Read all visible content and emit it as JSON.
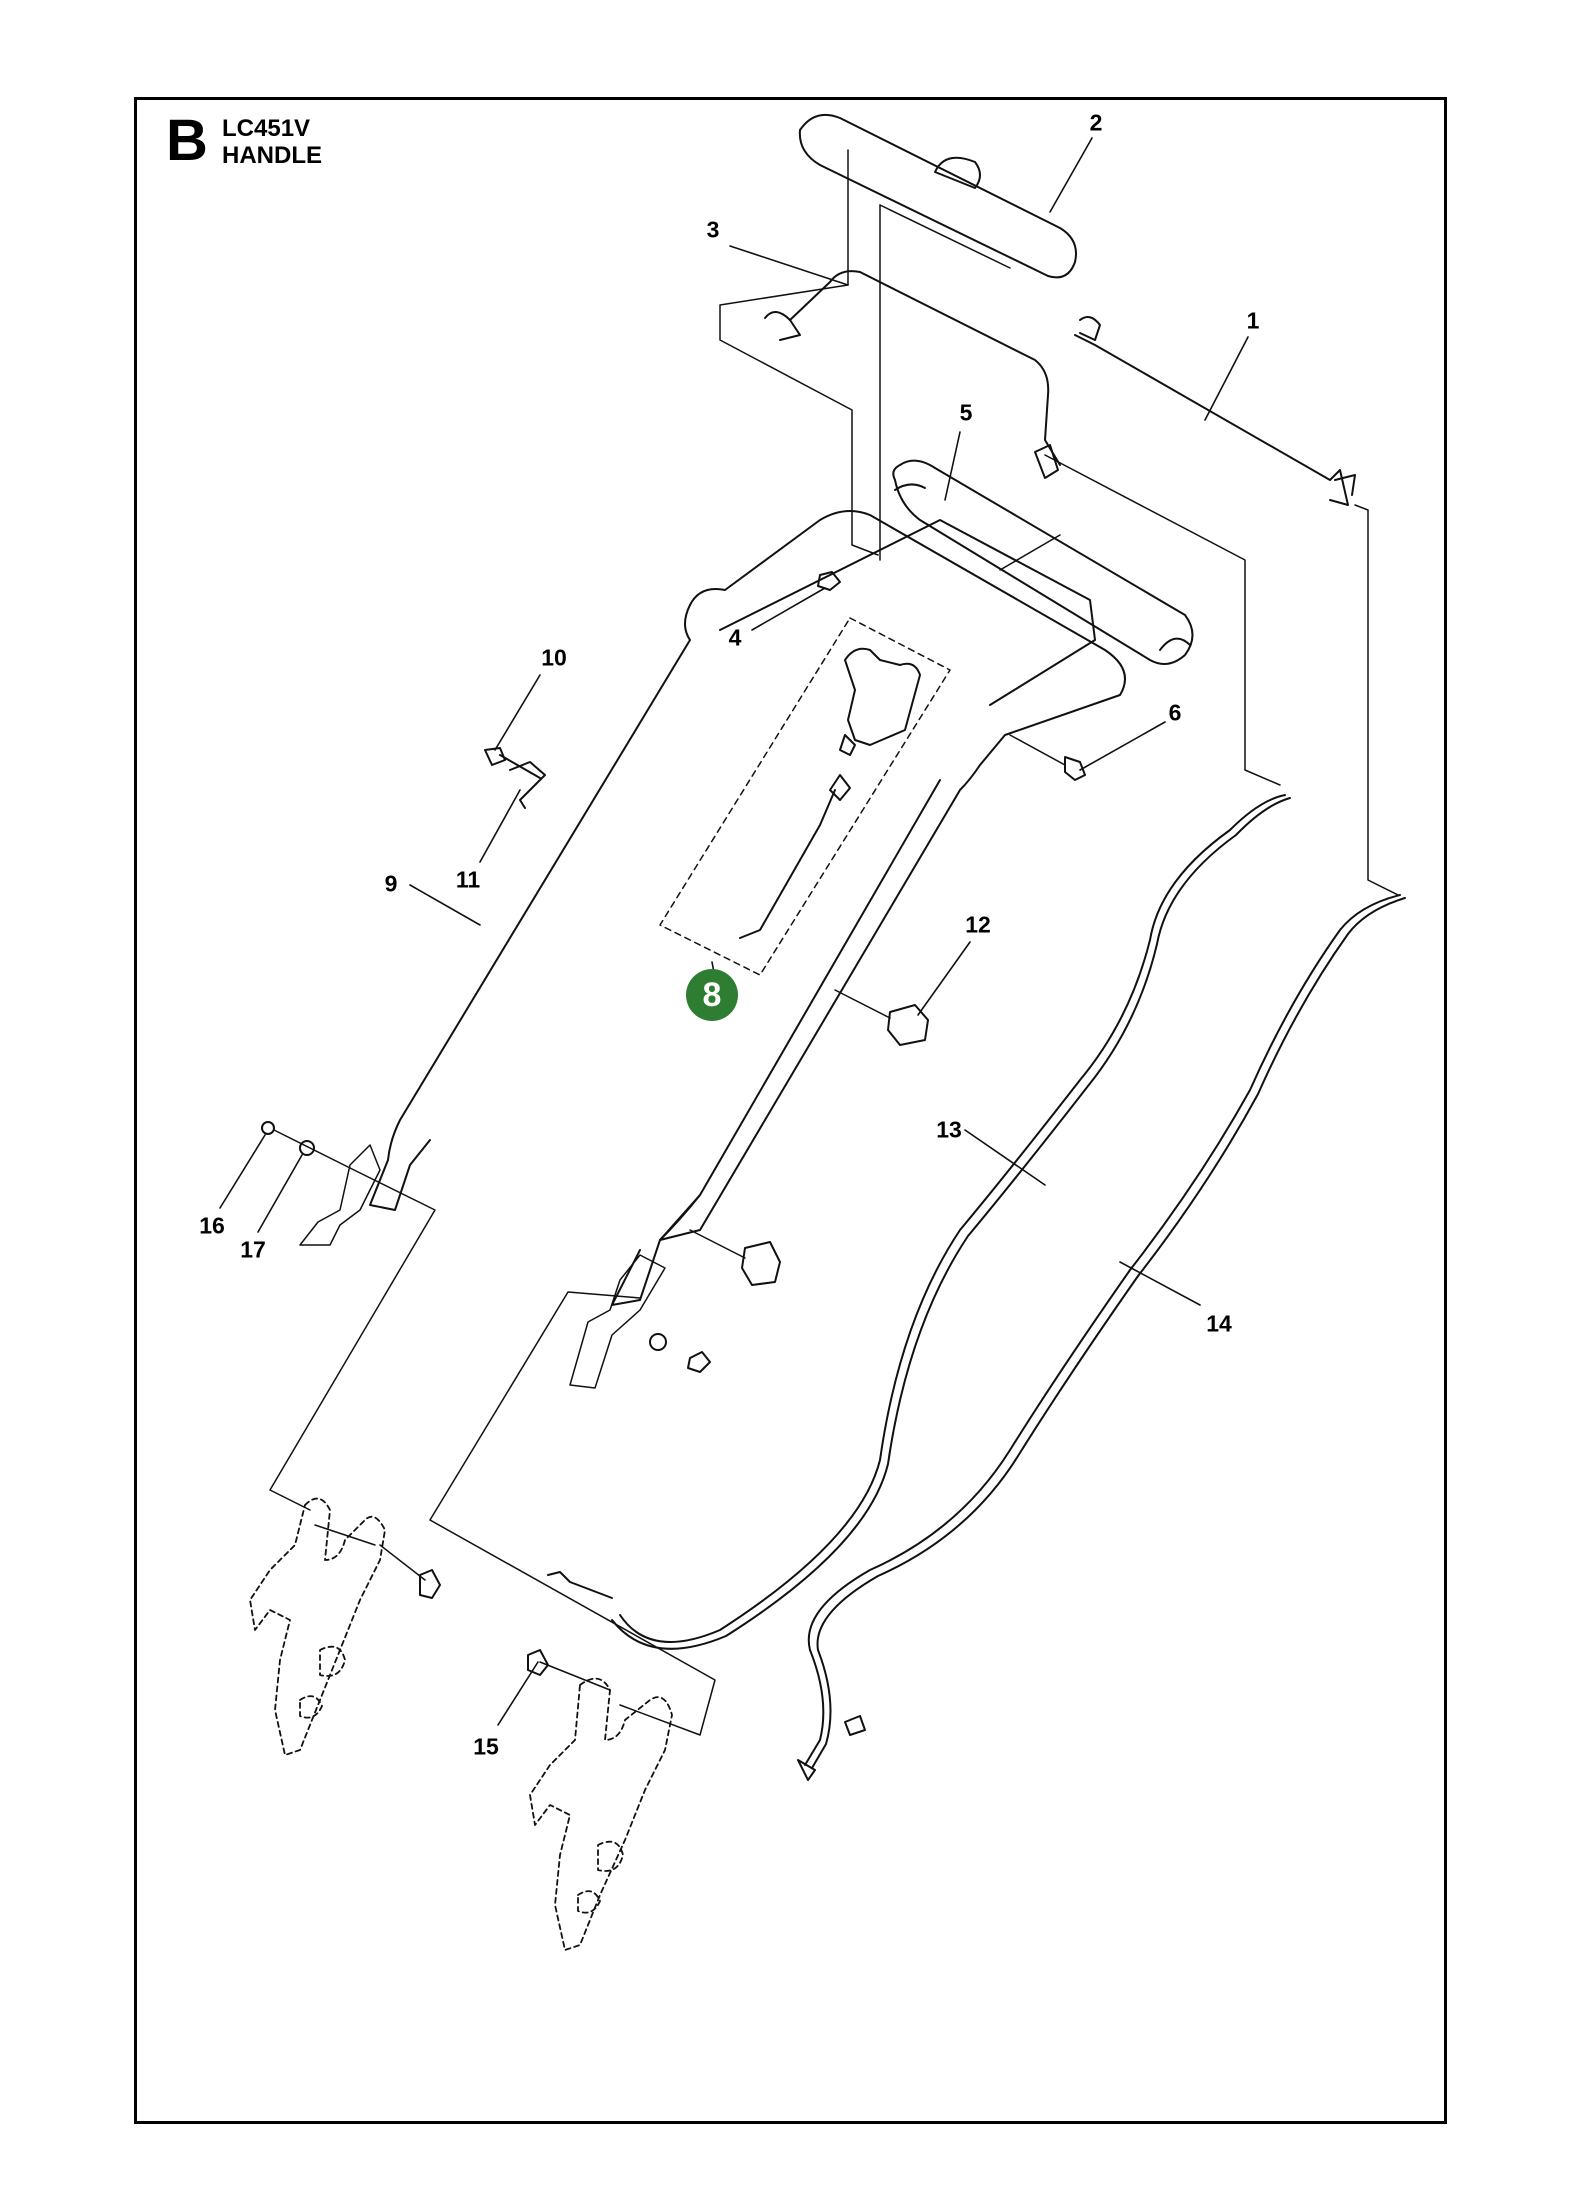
{
  "header": {
    "section": "B",
    "model": "LC451V",
    "name": "HANDLE"
  },
  "callouts": {
    "p1": "1",
    "p2": "2",
    "p3": "3",
    "p4": "4",
    "p5": "5",
    "p6": "6",
    "p8": "8",
    "p9": "9",
    "p10": "10",
    "p11": "11",
    "p12": "12",
    "p13": "13",
    "p14": "14",
    "p15": "15",
    "p16": "16",
    "p17": "17"
  },
  "highlight_color": "#2e7d32"
}
